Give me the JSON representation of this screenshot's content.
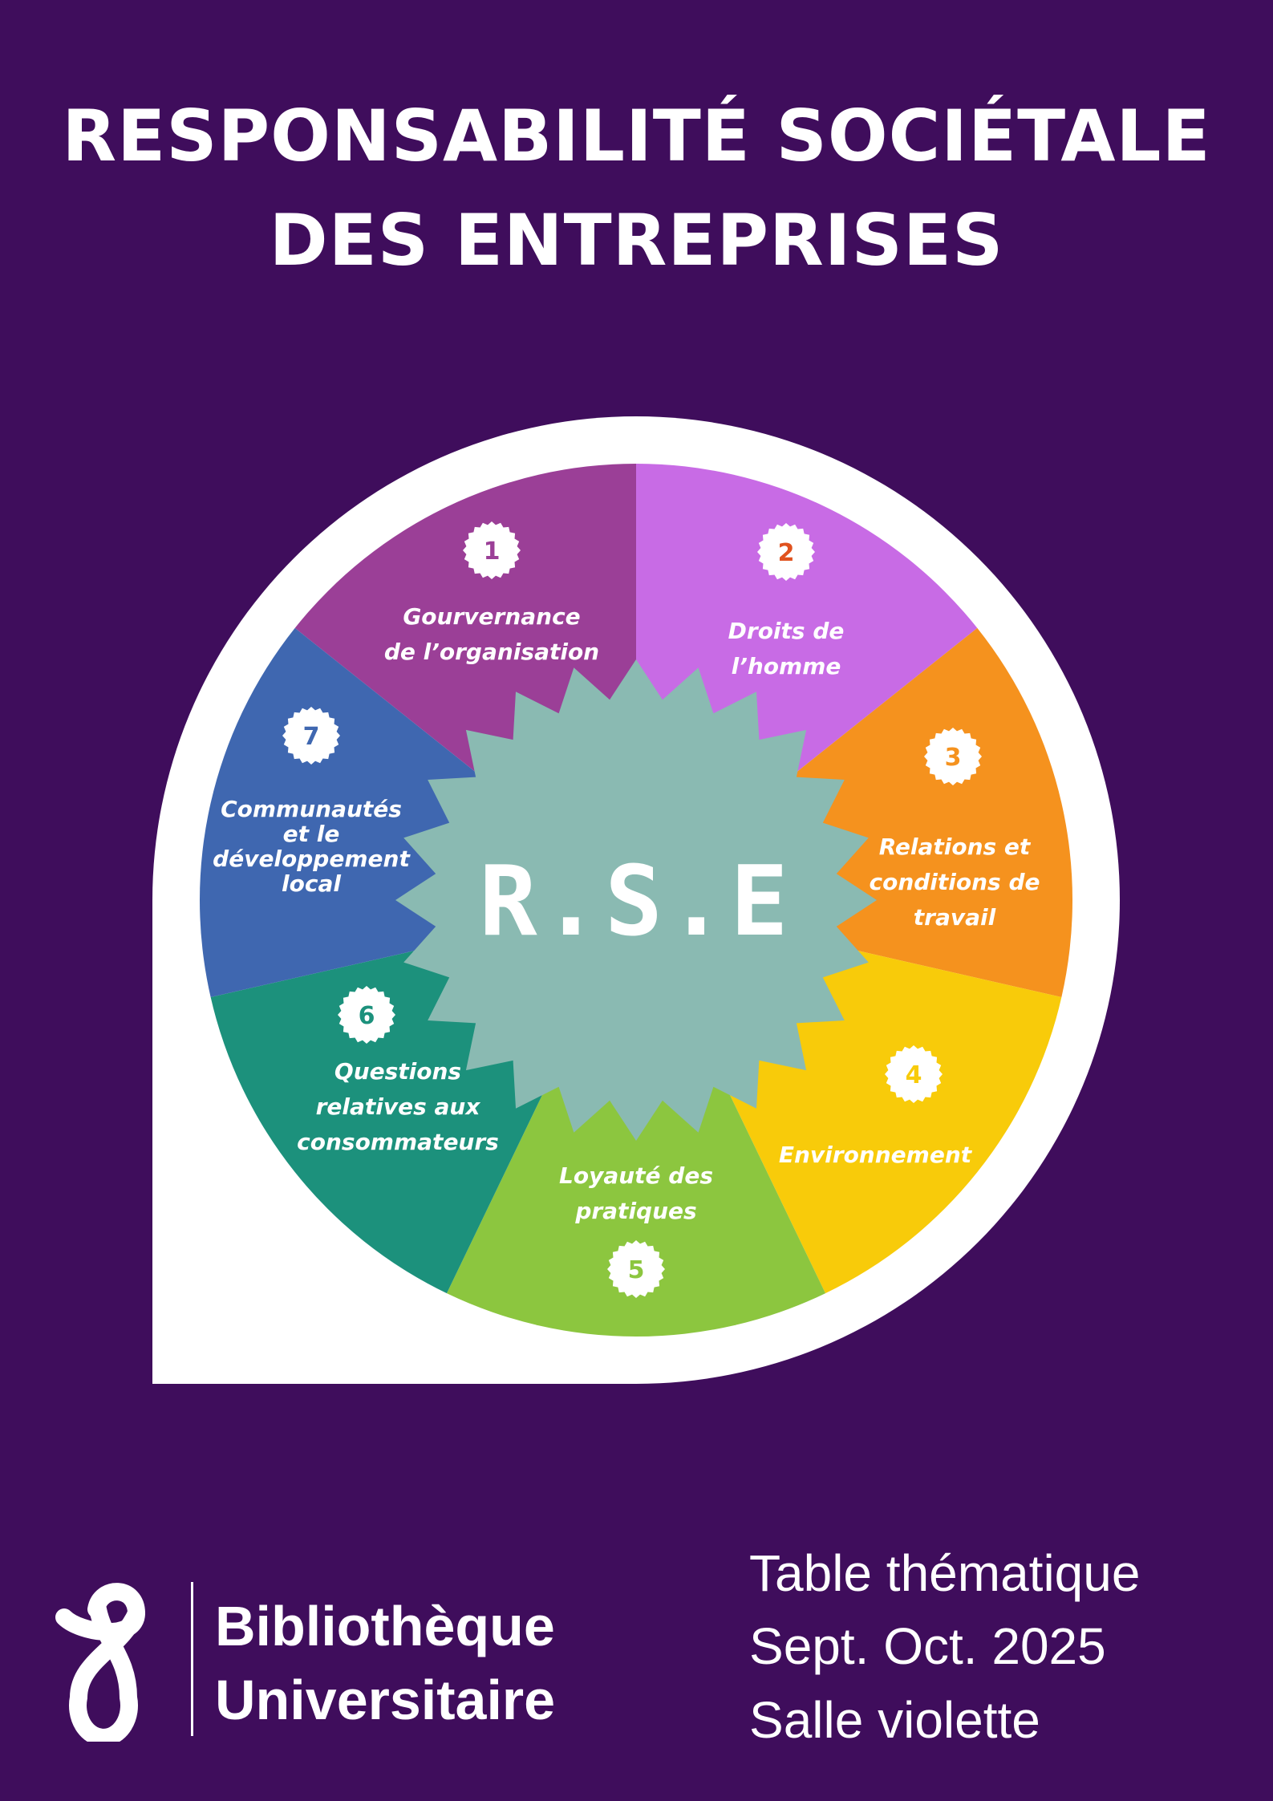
{
  "title": {
    "line1": "RESPONSABILITÉ SOCIÉTALE",
    "line2": "DES ENTREPRISES"
  },
  "wheel": {
    "center_label": "R.S.E",
    "center_color": "#8abab2",
    "segments": [
      {
        "number": "1",
        "lines": [
          "Gourvernance",
          "de l’organisation"
        ],
        "color": "#9b3f97"
      },
      {
        "number": "2",
        "lines": [
          "Droits de",
          "l’homme"
        ],
        "color": "#c86be5",
        "number_color": "#e0521e"
      },
      {
        "number": "3",
        "lines": [
          "Relations et",
          "conditions de",
          "travail"
        ],
        "color": "#f5921e"
      },
      {
        "number": "4",
        "lines": [
          "Environnement"
        ],
        "color": "#f8cb0a"
      },
      {
        "number": "5",
        "lines": [
          "Loyauté des",
          "pratiques"
        ],
        "color": "#8cc63f"
      },
      {
        "number": "6",
        "lines": [
          "Questions",
          "relatives aux",
          "consommateurs"
        ],
        "color": "#1c917c"
      },
      {
        "number": "7",
        "lines": [
          "Communautés",
          "et le",
          "développement",
          "local"
        ],
        "color": "#3f67b0"
      }
    ]
  },
  "footer": {
    "library_line1": "Bibliothèque",
    "library_line2": "Universitaire",
    "info": [
      "Table thématique",
      "Sept. Oct. 2025",
      "Salle violette"
    ]
  }
}
